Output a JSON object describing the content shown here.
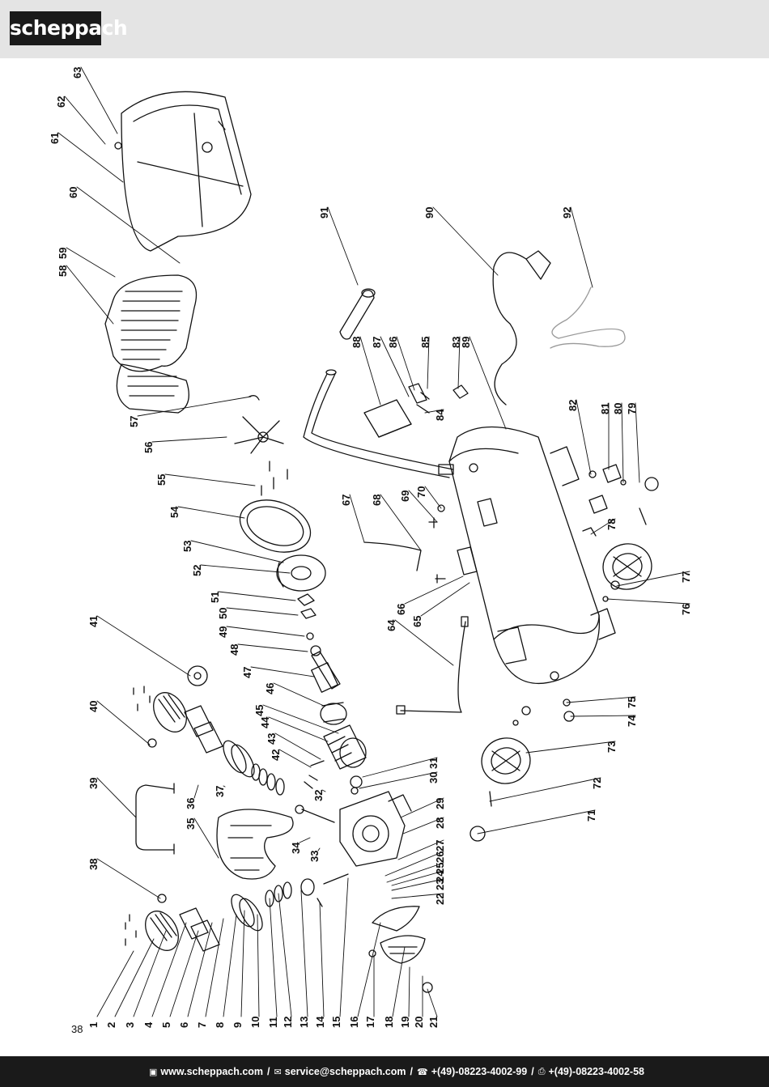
{
  "header": {
    "logo": "scheppach"
  },
  "page_number": "38",
  "labels": [
    "1",
    "2",
    "3",
    "4",
    "5",
    "6",
    "7",
    "8",
    "9",
    "10",
    "11",
    "12",
    "13",
    "14",
    "15",
    "16",
    "17",
    "18",
    "19",
    "20",
    "21",
    "22",
    "23",
    "24",
    "25",
    "26",
    "27",
    "28",
    "29",
    "30",
    "31",
    "32",
    "33",
    "34",
    "35",
    "36",
    "37",
    "38",
    "39",
    "40",
    "41",
    "42",
    "43",
    "44",
    "45",
    "46",
    "47",
    "48",
    "49",
    "50",
    "51",
    "52",
    "53",
    "54",
    "55",
    "56",
    "57",
    "58",
    "59",
    "60",
    "61",
    "62",
    "63",
    "64",
    "65",
    "66",
    "67",
    "68",
    "69",
    "70",
    "71",
    "72",
    "73",
    "74",
    "75",
    "76",
    "77",
    "78",
    "79",
    "80",
    "81",
    "82",
    "83",
    "84",
    "85",
    "86",
    "87",
    "88",
    "89",
    "90",
    "91",
    "92"
  ],
  "footer": {
    "web": "www.scheppach.com",
    "mail": "service@scheppach.com",
    "phone": "+(49)-08223-4002-99",
    "fax": "+(49)-08223-4002-58",
    "separator": "/",
    "icons": {
      "web": "computer-icon",
      "mail": "envelope-icon",
      "phone": "telephone-icon",
      "fax": "fax-icon"
    }
  }
}
